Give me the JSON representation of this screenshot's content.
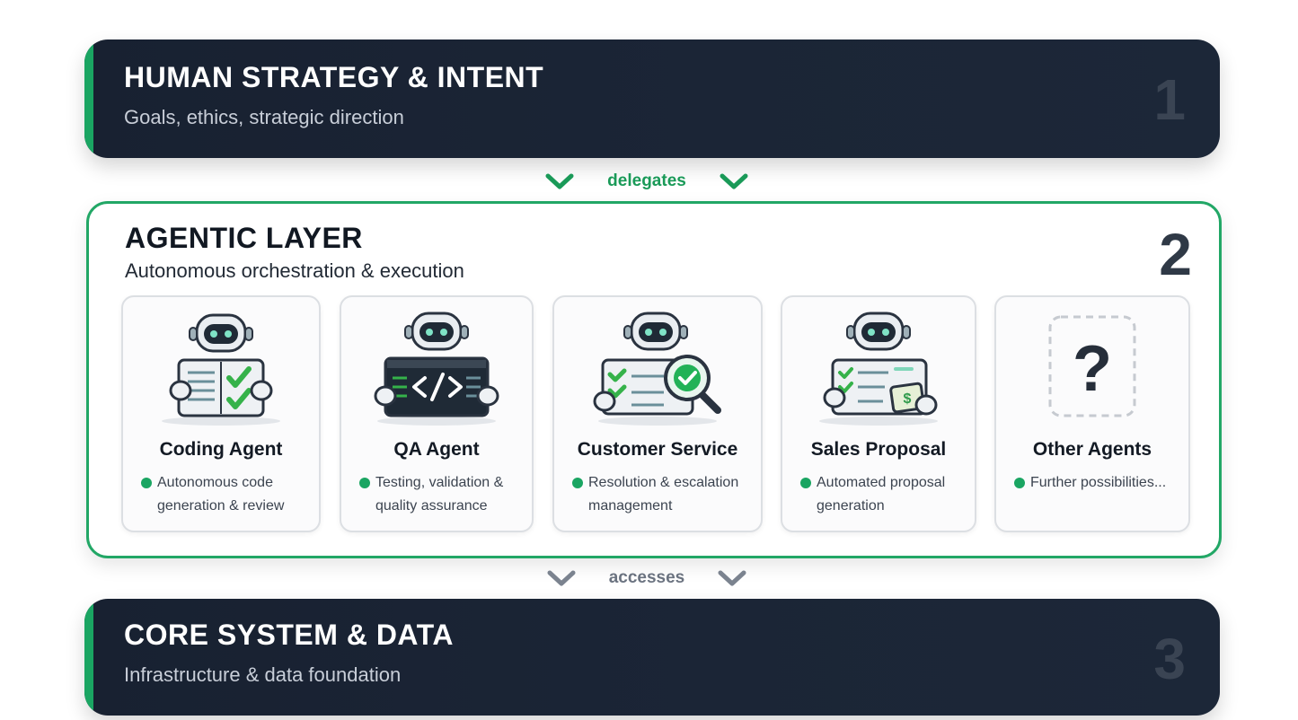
{
  "layers": {
    "top": {
      "title": "HUMAN STRATEGY & INTENT",
      "subtitle": "Goals, ethics, strategic direction",
      "number": "1"
    },
    "middle": {
      "title": "AGENTIC LAYER",
      "subtitle": "Autonomous orchestration & execution",
      "number": "2"
    },
    "bottom": {
      "title": "CORE SYSTEM & DATA",
      "subtitle": "Infrastructure & data foundation",
      "number": "3"
    }
  },
  "connectors": {
    "first": {
      "label": "delegates",
      "color": "#1a9a58"
    },
    "second": {
      "label": "accesses",
      "color": "#6b7380"
    }
  },
  "agents": [
    {
      "title": "Coding Agent",
      "description": "Autonomous code generation & review",
      "icon": "robot-checklist-icon"
    },
    {
      "title": "QA Agent",
      "description": "Testing, validation & quality assurance",
      "icon": "robot-code-icon"
    },
    {
      "title": "Customer Service",
      "description": "Resolution & escalation management",
      "icon": "robot-magnifier-icon"
    },
    {
      "title": "Sales Proposal",
      "description": "Automated proposal generation",
      "icon": "robot-proposal-icon"
    },
    {
      "title": "Other Agents",
      "description": "Further possibilities...",
      "icon": "question-mark-icon"
    }
  ],
  "colors": {
    "accent": "#1aa562",
    "dark": "#1a2333"
  }
}
